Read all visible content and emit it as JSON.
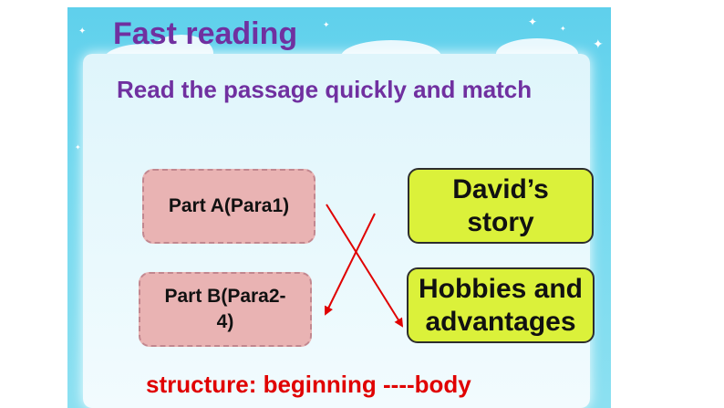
{
  "slide": {
    "title": "Fast reading",
    "instruction": "Read the passage quickly and match"
  },
  "parts": [
    {
      "label": "Part A(Para1)"
    },
    {
      "label": "Part B(Para2-\n4)"
    }
  ],
  "topics": [
    {
      "label": "David’s\nstory"
    },
    {
      "label": "Hobbies and\nadvantages"
    }
  ],
  "matches": [
    {
      "from": "Part A(Para1)",
      "to": "Hobbies and advantages"
    },
    {
      "from": "David’s story",
      "to": "Part B(Para2-4)"
    }
  ],
  "structure_note": "structure: beginning ----body",
  "colors": {
    "title": "#7030a0",
    "part_box_fill": "#e9b3b3",
    "topic_box_fill": "#dbf13a",
    "arrow": "#e00000",
    "note": "#e00000"
  }
}
